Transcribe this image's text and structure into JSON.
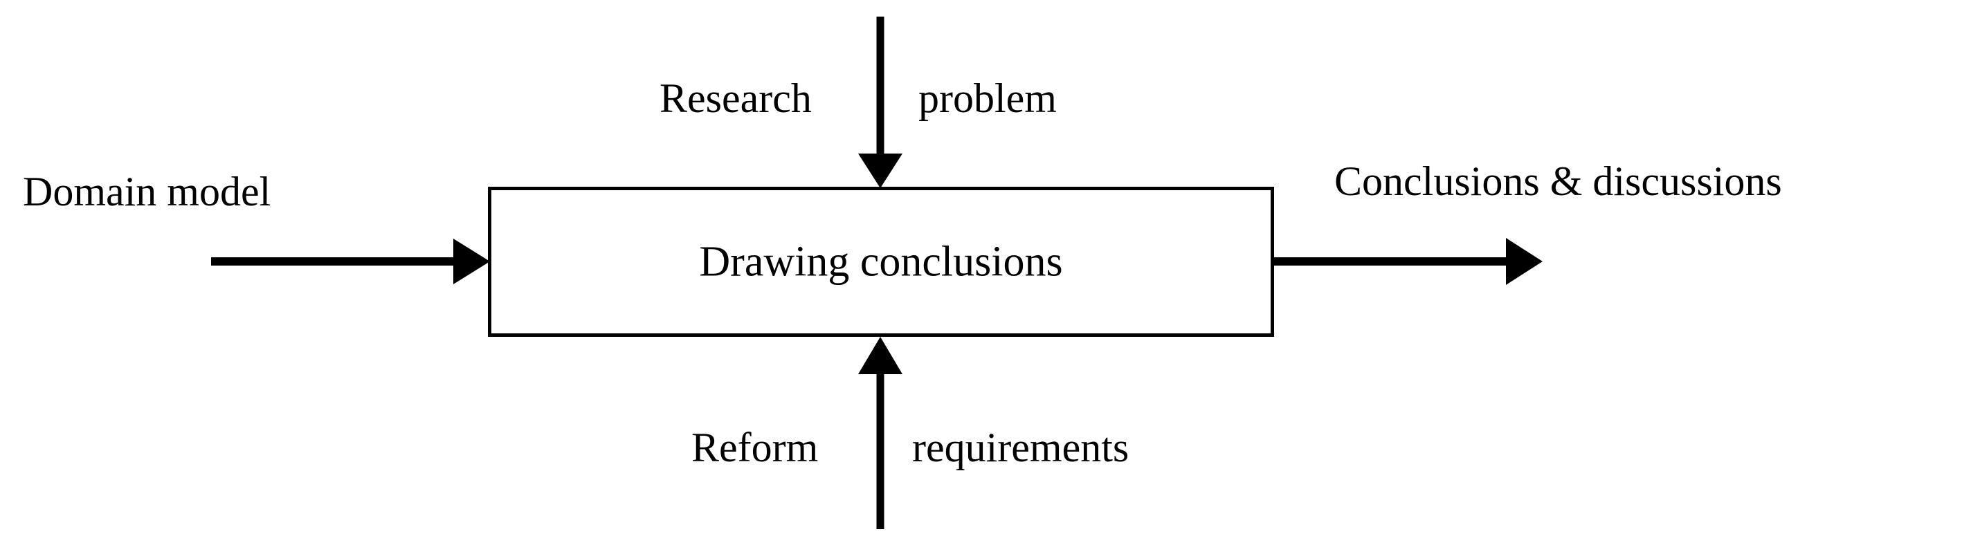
{
  "diagram": {
    "type": "idef0-process-block",
    "colors": {
      "stroke": "#000000",
      "background": "#ffffff",
      "text": "#000000"
    },
    "process": {
      "label": "Drawing conclusions"
    },
    "flows": {
      "input_left": {
        "label": "Domain model",
        "direction": "left-to-right",
        "arrow": "arrow-right-icon"
      },
      "control_top": {
        "label_part_1": "Research",
        "label_part_2": "problem",
        "full_label": "Research problem",
        "direction": "top-to-bottom",
        "arrow": "arrow-down-icon"
      },
      "mechanism_bottom": {
        "label_part_1": "Reform",
        "label_part_2": "requirements",
        "full_label": "Reform requirements",
        "direction": "bottom-to-top",
        "arrow": "arrow-up-icon"
      },
      "output_right": {
        "label": "Conclusions & discussions",
        "direction": "left-to-right",
        "arrow": "arrow-right-icon"
      }
    }
  }
}
